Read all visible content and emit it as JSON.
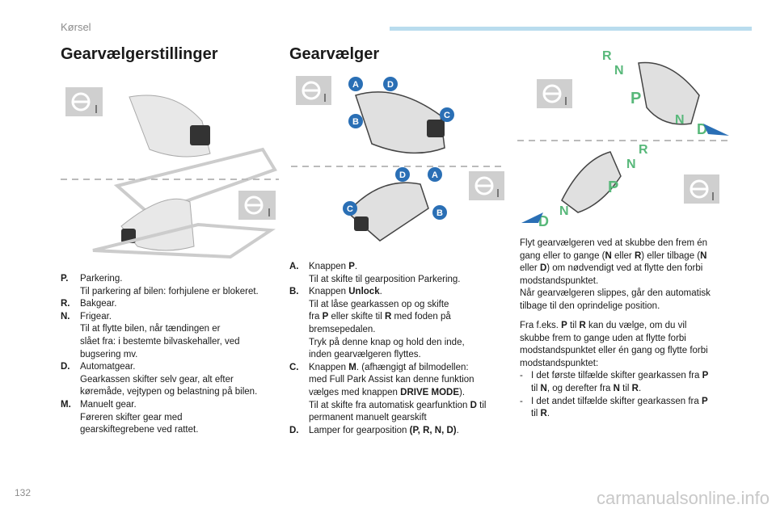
{
  "header": {
    "section": "Kørsel"
  },
  "page_number": "132",
  "watermark": "carmanualsonline.info",
  "left": {
    "title": "Gearvælgerstillinger",
    "items": [
      {
        "key": "P.",
        "lines": [
          "Parkering.",
          "Til parkering af bilen: forhjulene er blokeret."
        ]
      },
      {
        "key": "R.",
        "lines": [
          "Bakgear."
        ]
      },
      {
        "key": "N.",
        "lines": [
          "Frigear.",
          "Til at flytte bilen, når tændingen er",
          "slået fra: i bestemte bilvaskehaller, ved",
          "bugsering mv."
        ]
      },
      {
        "key": "D.",
        "lines": [
          "Automatgear.",
          "Gearkassen skifter selv gear, alt efter",
          "køremåde, vejtypen og belastning på bilen."
        ]
      },
      {
        "key": "M.",
        "lines": [
          "Manuelt gear.",
          "Føreren skifter gear med",
          "gearskiftegrebene ved rattet."
        ]
      }
    ]
  },
  "middle": {
    "title": "Gearvælger",
    "labels": {
      "a": "A",
      "b": "B",
      "c": "C",
      "d": "D"
    },
    "items": [
      {
        "key": "A.",
        "parts": [
          [
            "Knappen ",
            "P",
            "."
          ],
          [
            "Til at skifte til gearposition Parkering.",
            "",
            ""
          ]
        ]
      },
      {
        "key": "B.",
        "parts": [
          [
            "Knappen ",
            "Unlock",
            "."
          ],
          [
            "Til at låse gearkassen op og skifte",
            "",
            ""
          ],
          [
            "fra ",
            "P",
            " eller skifte til "
          ],
          [
            "bremsepedalen.",
            "",
            ""
          ],
          [
            "Tryk på denne knap og hold den inde,",
            "",
            ""
          ],
          [
            "inden gearvælgeren flyttes.",
            "",
            ""
          ]
        ]
      },
      {
        "key": "C.",
        "parts": [
          [
            "Knappen ",
            "M",
            ". (afhængigt af bilmodellen:"
          ],
          [
            "med Full Park Assist kan denne funktion",
            "",
            ""
          ],
          [
            "vælges med knappen ",
            "DRIVE MODE",
            ")."
          ],
          [
            "Til at skifte fra automatisk gearfunktion ",
            "D",
            " til"
          ],
          [
            "permanent manuelt gearskift",
            "",
            ""
          ]
        ]
      },
      {
        "key": "D.",
        "parts": [
          [
            "Lamper for gearposition ",
            "(P, R, N, D)",
            "."
          ]
        ]
      }
    ],
    "b_line3_tail": {
      "bold": "R",
      "text": " med foden på"
    }
  },
  "right": {
    "diagram_letters": {
      "p": "P",
      "r": "R",
      "n": "N",
      "d": "D"
    },
    "para1": [
      [
        "Flyt gearvælgeren ved at skubbe den frem én"
      ],
      [
        "gang eller to gange (",
        "N",
        " eller ",
        "R",
        ") eller tilbage (",
        "N"
      ],
      [
        "eller ",
        "D",
        ") om nødvendigt ved at flytte den forbi"
      ],
      [
        "modstandspunktet."
      ],
      [
        "Når gearvælgeren slippes, går den automatisk"
      ],
      [
        "tilbage til den oprindelige position."
      ]
    ],
    "para2": [
      [
        "Fra f.eks. ",
        "P",
        " til ",
        "R",
        " kan du vælge, om du vil"
      ],
      [
        "skubbe frem to gange uden at flytte forbi"
      ],
      [
        "modstandspunktet eller én gang og flytte forbi"
      ],
      [
        "modstandspunktet:"
      ]
    ],
    "bullets": [
      [
        [
          "I det første tilfælde skifter gearkassen fra ",
          "P"
        ],
        [
          "til ",
          "N",
          ", og derefter fra ",
          "N",
          " til ",
          "R",
          "."
        ]
      ],
      [
        [
          "I det andet tilfælde skifter gearkassen fra ",
          "P"
        ],
        [
          "til ",
          "R",
          "."
        ]
      ]
    ],
    "bullet_dash": "-"
  },
  "colors": {
    "accent": "#b9dcee",
    "blue_label": "#2a6fb5",
    "dark": "#2b2b2b",
    "green": "#58b87a"
  }
}
